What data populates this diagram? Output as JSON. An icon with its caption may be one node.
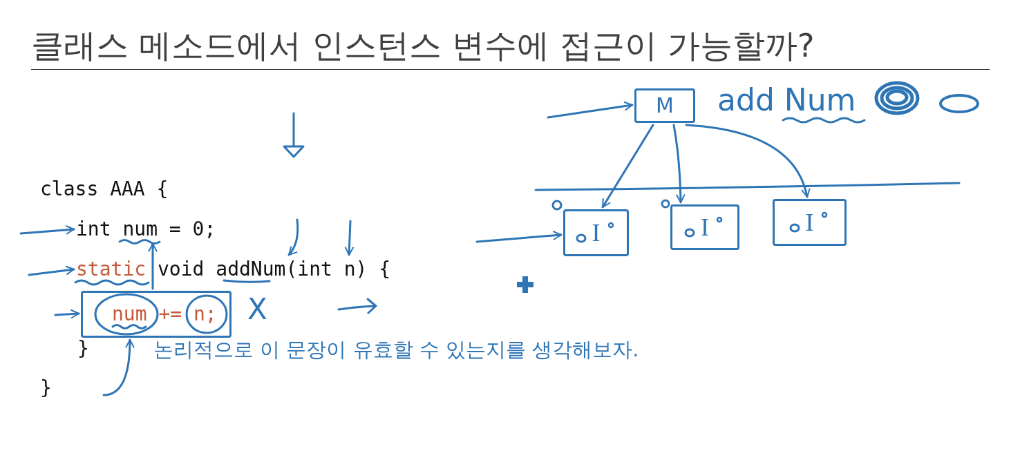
{
  "diagram": {
    "title": "클래스 메소드에서 인스턴스 변수에 접근이 가능할까?",
    "nodes": [
      {
        "text": [
          "int num = 0;"
        ]
      },
      {
        "text": [
          "static void addNum(int n) {"
        ]
      },
      {
        "text": [
          "num += n;"
        ],
        "beside": [
          "X"
        ]
      },
      {
        "text": [
          "M"
        ]
      },
      {
        "text": [
          "I"
        ]
      },
      {
        "text": [
          "I"
        ]
      },
      {
        "text": [
          "I"
        ]
      }
    ],
    "edges": [
      {
        "from": null,
        "to": 0,
        "arrow": "to"
      },
      {
        "from": null,
        "to": 1,
        "arrow": "to"
      },
      {
        "from": null,
        "to": 2,
        "arrow": "to"
      },
      {
        "from": null,
        "to": 2,
        "arrow": "to"
      },
      {
        "from": 2,
        "to": 0,
        "arrow": "to"
      },
      {
        "from": null,
        "to": 1,
        "arrow": "to"
      },
      {
        "from": null,
        "to": 1,
        "arrow": "to"
      },
      {
        "from": null,
        "to": 3,
        "arrow": "to"
      },
      {
        "from": 3,
        "to": 4,
        "arrow": "to"
      },
      {
        "from": 3,
        "to": 5,
        "arrow": "to"
      },
      {
        "from": 3,
        "to": 6,
        "arrow": "to"
      },
      {
        "from": null,
        "to": 4,
        "arrow": "to"
      }
    ],
    "labels": [
      "add Num",
      "class AAA {",
      "}",
      "논리적으로 이 문장이 유효할 수 있는지를 생각해보자.",
      "}"
    ]
  }
}
